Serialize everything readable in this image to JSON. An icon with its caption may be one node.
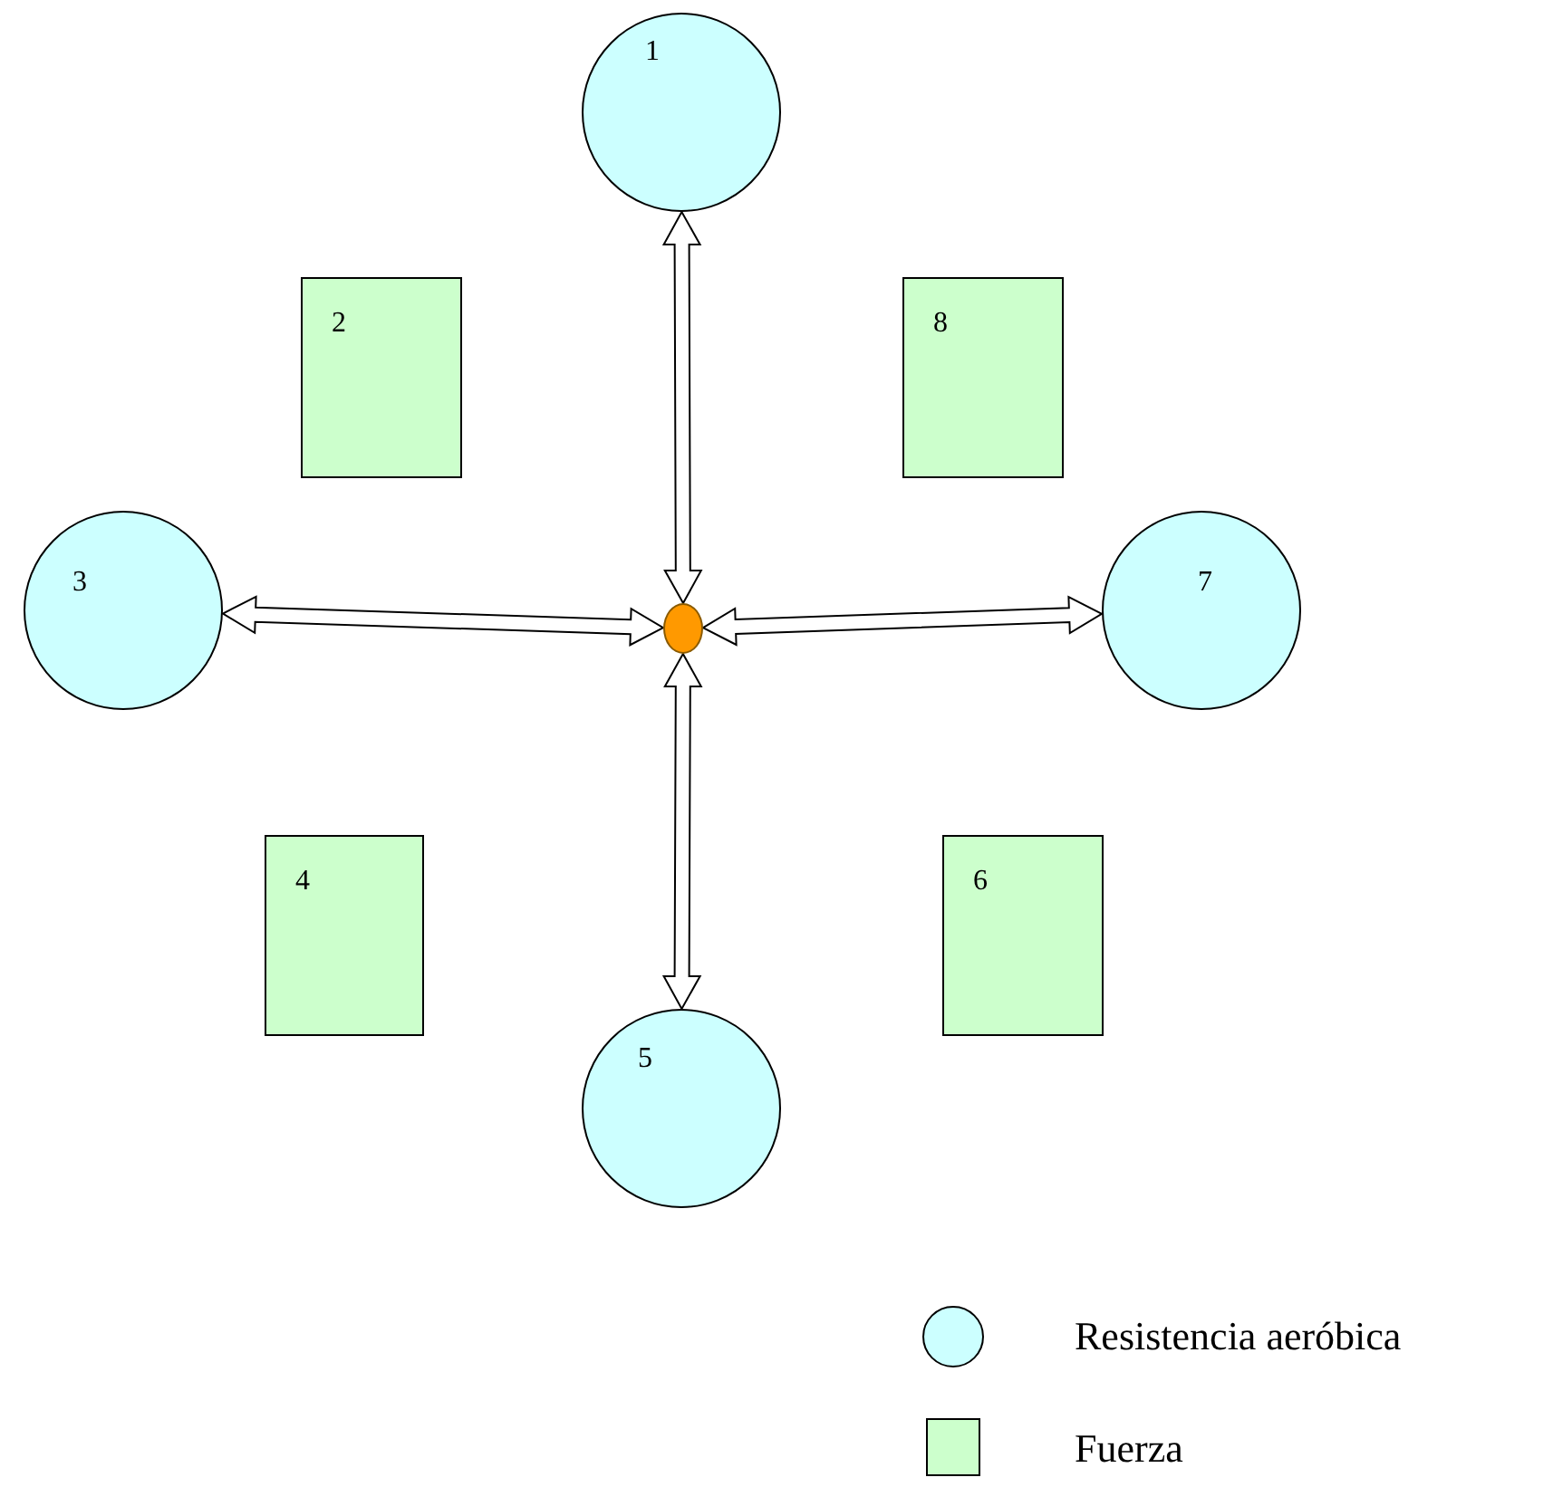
{
  "diagram": {
    "nodes": [
      {
        "text": [
          "1"
        ]
      },
      {
        "text": [
          "2"
        ]
      },
      {
        "text": [
          "8"
        ]
      },
      {
        "text": [
          "3"
        ]
      },
      {
        "text": [],
        "shape": "circle"
      },
      {
        "text": [
          "7"
        ]
      },
      {
        "text": [
          "4"
        ]
      },
      {
        "text": [
          "6"
        ]
      },
      {
        "text": [
          "5"
        ]
      }
    ],
    "edges": [
      {
        "from": 4,
        "to": 0,
        "arrow": "both"
      },
      {
        "from": 4,
        "to": 3,
        "arrow": "both"
      },
      {
        "from": 4,
        "to": 5,
        "arrow": "both"
      },
      {
        "from": 4,
        "to": 8,
        "arrow": "both"
      }
    ],
    "legend": [
      {
        "text": "Resistencia aeróbica",
        "color": "#ccffff"
      },
      {
        "text": "Fuerza",
        "color": "#ccffcc"
      }
    ]
  }
}
